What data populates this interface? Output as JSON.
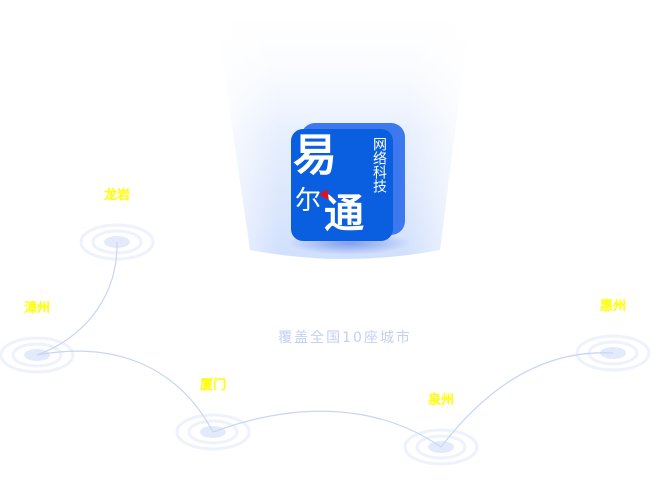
{
  "logo": {
    "main_text": "易尔通",
    "sub_text": "网络科技"
  },
  "tagline": "覆盖全国10座城市",
  "colors": {
    "accent": "#0a5fe0",
    "label": "#ffff00",
    "route": "#c9d5f7",
    "node": "#e3eafc"
  },
  "cities": [
    {
      "name": "龙岩"
    },
    {
      "name": "漳州"
    },
    {
      "name": "厦门"
    },
    {
      "name": "泉州"
    },
    {
      "name": "惠州"
    }
  ]
}
